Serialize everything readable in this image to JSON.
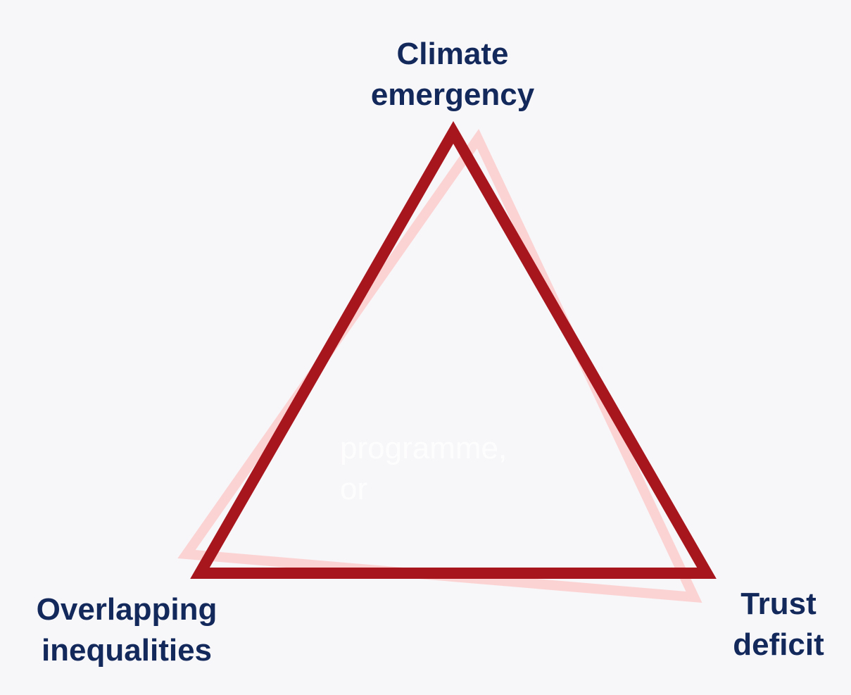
{
  "diagram": {
    "nodes": [
      {
        "id": "top",
        "lines": [
          "Climate",
          "emergency"
        ]
      },
      {
        "id": "left",
        "lines": [
          "Overlapping",
          "inequalities"
        ]
      },
      {
        "id": "right",
        "lines": [
          "Trust",
          "deficit"
        ]
      }
    ],
    "center_text": [
      "programme,",
      "or"
    ],
    "colors": {
      "background": "#f7f6f9",
      "label_text": "#13295c",
      "triangle_main": "#a8161d",
      "triangle_shadow": "#fcd3d3",
      "center_text": "#ffffff"
    }
  }
}
